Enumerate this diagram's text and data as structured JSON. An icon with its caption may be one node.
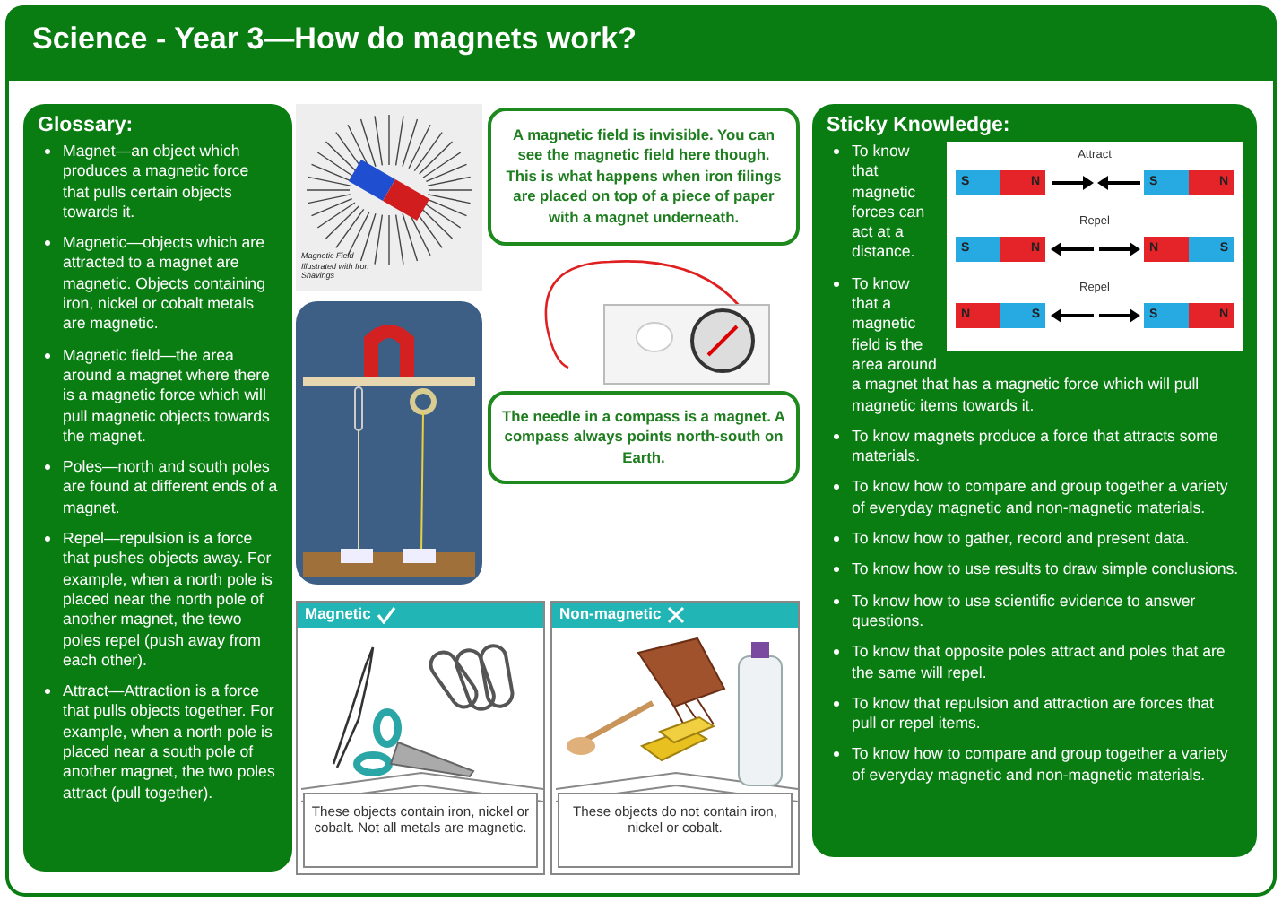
{
  "diagram": {
    "title": "Science - Year 3—How do magnets work?",
    "nodes": [
      {
        "text": [
          "Glossary:",
          "Magnet—an object which produces a magnetic force that pulls certain objects towards it.",
          "Magnetic—objects which are attracted to a magnet are magnetic. Objects containing iron, nickel or cobalt metals are magnetic.",
          "Magnetic field—the area around a magnet where there is a magnetic force which will pull magnetic objects towards the magnet.",
          "Poles—north and south poles are found at different ends of a magnet.",
          "Repel—repulsion is a force that pushes objects away. For example, when a north pole is placed near the north pole of another magnet, the tewo poles repel (push away from each other).",
          "Attract—Attraction is a force that pulls objects together. For example, when a north pole is placed near a south pole of another magnet, the two poles attract (pull together)."
        ]
      },
      {
        "text": [
          "A magnetic field is invisible. You can see the magnetic field here though. This is what happens when iron filings are placed on top of a piece of paper with a magnet underneath."
        ]
      },
      {
        "text": [
          "The needle in a compass is a magnet. A compass always points north-south on Earth."
        ]
      },
      {
        "text": [
          "Magnetic",
          "These objects contain iron, nickel or cobalt. Not all metals are magnetic."
        ]
      },
      {
        "text": [
          "Non-magnetic",
          "These objects do not contain iron, nickel or cobalt."
        ]
      },
      {
        "text": [
          "Sticky Knowledge:",
          "To know that magnetic forces can act at a distance.",
          "To know that a magnetic field is the area around a magnet that has a magnetic force which will pull magnetic items towards it.",
          "To know magnets produce a force that attracts some materials.",
          "To know how to compare and group together a variety of everyday magnetic and non-magnetic materials.",
          "To know how to gather, record and present data.",
          "To know how to use results to draw simple conclusions.",
          "To know how to use scientific evidence to answer questions.",
          "To know that opposite poles attract and poles that are the same will repel.",
          "To know that repulsion and attraction are forces that pull or repel items.",
          "To know how to compare and group together a variety of everyday magnetic and non-magnetic materials."
        ]
      }
    ],
    "edges": [],
    "labels": [
      "Magnetic Field Illustrated with Iron Shavings",
      "Attract",
      "Repel",
      "Repel",
      "S",
      "N",
      "S",
      "N",
      "S",
      "N",
      "N",
      "S",
      "N",
      "S",
      "S",
      "N"
    ]
  }
}
